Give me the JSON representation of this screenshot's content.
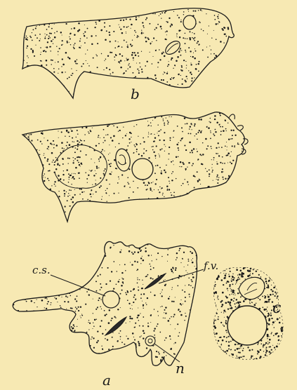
{
  "figure": {
    "background": "#f7e9b3",
    "ink": "#1a1a1a",
    "labels": {
      "b": "b",
      "a": "a",
      "c": "c",
      "cs": "c.s.",
      "fv": "f.v.",
      "n": "n"
    }
  }
}
